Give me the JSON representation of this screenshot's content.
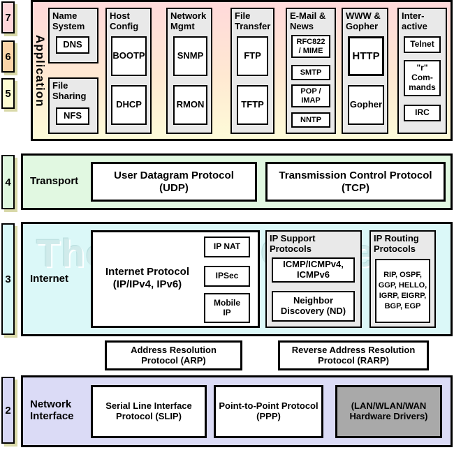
{
  "watermark": "The TCP/IP Guide",
  "colors": {
    "layer7_badge": "#ffd6da",
    "layer6_badge": "#fbd4a8",
    "layer5_badge": "#fdfcd2",
    "layer4_badge": "#dff7df",
    "layer3_badge": "#d9f8f8",
    "layer2_badge": "#d8d8f6",
    "application_band_top": "#ffd9da",
    "application_band_bottom": "#fdfbd8",
    "transport_band": "#e1f8e1",
    "internet_band": "#dbf8f8",
    "network_band": "#dbdbf6",
    "column_gray": "#e9e9e9",
    "hardware_gray": "#a9a9a9",
    "shadow_tan": "#d9d9a9"
  },
  "osi_badges": [
    "7",
    "6",
    "5",
    "4",
    "3",
    "2"
  ],
  "application": {
    "label": "Application",
    "columns": [
      {
        "header": "Name\nSystem",
        "items": [
          "DNS"
        ]
      },
      {
        "header": "File\nSharing",
        "items": [
          "NFS"
        ]
      },
      {
        "header": "Host\nConfig",
        "items": [
          "BOOTP",
          "DHCP"
        ]
      },
      {
        "header": "Network\nMgmt",
        "items": [
          "SNMP",
          "RMON"
        ]
      },
      {
        "header": "File\nTransfer",
        "items": [
          "FTP",
          "TFTP"
        ]
      },
      {
        "header": "E-Mail &\nNews",
        "items": [
          "RFC822\n/ MIME",
          "SMTP",
          "POP /\nIMAP",
          "NNTP"
        ]
      },
      {
        "header": "WWW &\nGopher",
        "items": [
          "HTTP",
          "Gopher"
        ]
      },
      {
        "header": "Inter-\nactive",
        "items": [
          "Telnet",
          "\"r\"\nCom-\nmands",
          "IRC"
        ]
      }
    ]
  },
  "transport": {
    "label": "Transport",
    "udp": "User Datagram Protocol\n(UDP)",
    "tcp": "Transmission Control Protocol\n(TCP)"
  },
  "internet": {
    "label": "Internet",
    "ip": "Internet Protocol\n(IP/IPv4, IPv6)",
    "ip_nat": "IP NAT",
    "ipsec": "IPSec",
    "mobile_ip": "Mobile\nIP",
    "support": {
      "header": "IP Support\nProtocols",
      "items": [
        "ICMP/ICMPv4,\nICMPv6",
        "Neighbor\nDiscovery (ND)"
      ]
    },
    "routing": {
      "header": "IP Routing\nProtocols",
      "list": "RIP, OSPF,\nGGP, HELLO,\nIGRP, EIGRP,\nBGP, EGP"
    }
  },
  "link_glue": {
    "arp": "Address Resolution\nProtocol (ARP)",
    "rarp": "Reverse Address Resolution\nProtocol (RARP)"
  },
  "network_interface": {
    "label": "Network\nInterface",
    "slip": "Serial Line Interface\nProtocol (SLIP)",
    "ppp": "Point-to-Point Protocol\n(PPP)",
    "hardware": "(LAN/WLAN/WAN\nHardware Drivers)"
  }
}
